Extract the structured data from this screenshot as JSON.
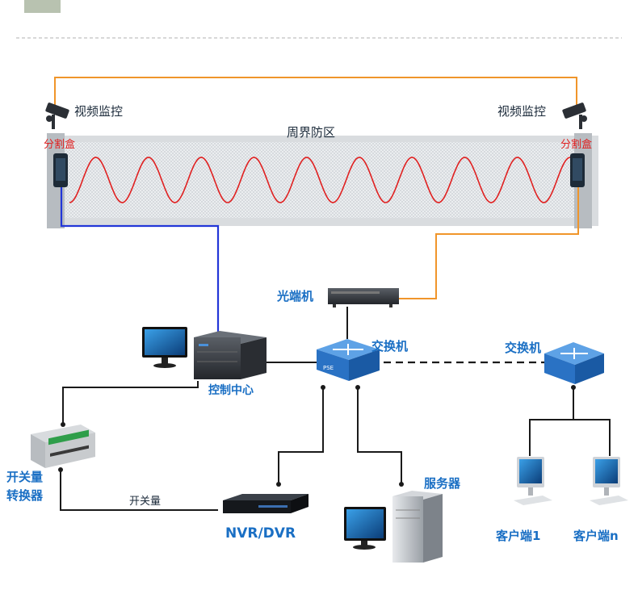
{
  "labels": {
    "camera_left": "视频监控",
    "camera_right": "视频监控",
    "zone": "周界防区",
    "splitter_left": "分割盒",
    "splitter_right": "分割盒",
    "optical": "光端机",
    "switch_main": "交换机",
    "switch_remote": "交换机",
    "control_center": "控制中心",
    "converter_line1": "开关量",
    "converter_line2": "转换器",
    "switch_signal": "开关量",
    "nvr": "NVR/DVR",
    "server": "服务器",
    "client_1": "客户端1",
    "client_n": "客户端n"
  },
  "device_text": {
    "switch_badge": "PSE"
  },
  "colors": {
    "fiber_line": "#f0952a",
    "sensor_cable": "#2236d8",
    "sense_wave": "#e02020",
    "network_line": "#1a1a1a",
    "label_blue": "#1a6fc4",
    "label_red": "#e02020",
    "fence_mesh": "#c9cdd2",
    "switch_fill": "#2a72c4"
  },
  "icons": [
    "camera-icon",
    "splitter-box-icon",
    "optical-transceiver-icon",
    "network-switch-icon",
    "monitor-icon",
    "server-rack-icon",
    "relay-module-icon",
    "nvr-recorder-icon",
    "tower-server-icon",
    "client-pc-icon"
  ]
}
